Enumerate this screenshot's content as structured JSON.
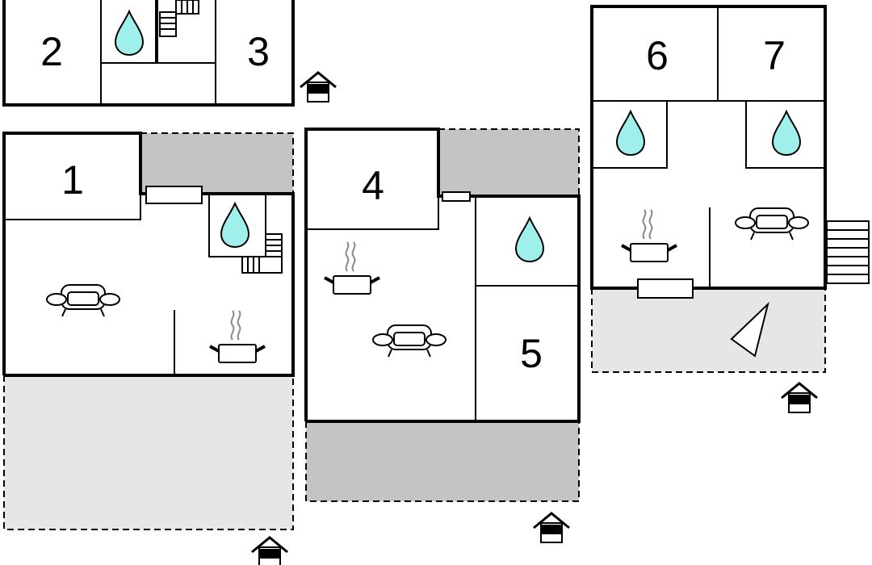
{
  "rooms": {
    "r1": "1",
    "r2": "2",
    "r3": "3",
    "r4": "4",
    "r5": "5",
    "r6": "6",
    "r7": "7"
  },
  "colors": {
    "water": "#9ff0ea",
    "terrace_dark": "#c4c4c4",
    "terrace_light": "#e6e6e6",
    "wall": "#000000"
  },
  "icons": {
    "bathroom": "water-drop-icon",
    "kitchen": "cooking-pot-icon",
    "living": "sofa-icon",
    "entrance": "house-entrance-icon",
    "stairs": "staircase-icon",
    "window": "window-icon",
    "compass": "north-arrow-icon"
  }
}
